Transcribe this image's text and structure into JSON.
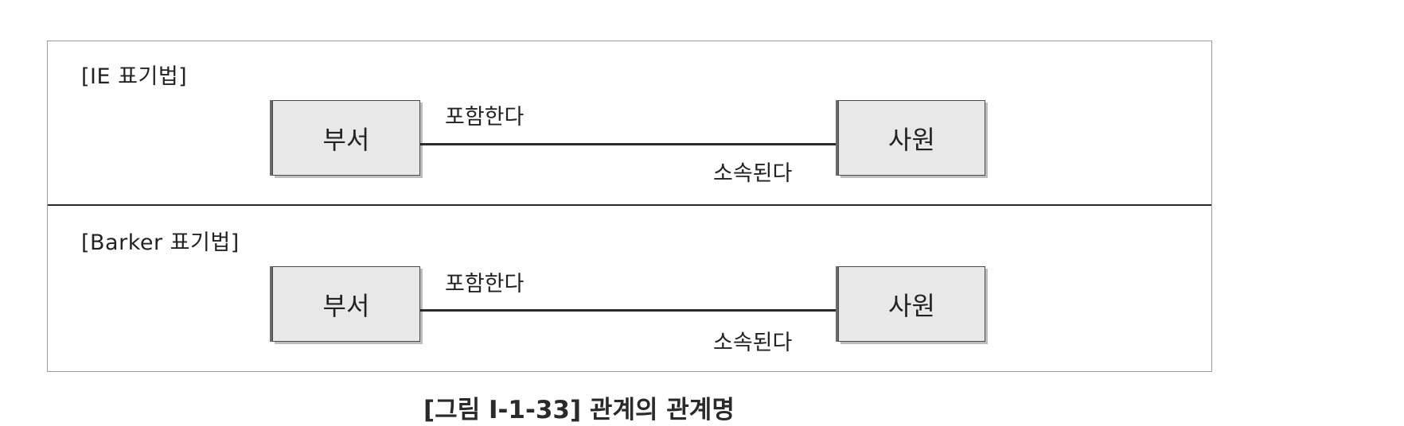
{
  "sections": [
    {
      "title": "[IE 표기법]",
      "left_entity": "부서",
      "right_entity": "사원",
      "relationship_forward": "포함한다",
      "relationship_reverse": "소속된다"
    },
    {
      "title": "[Barker 표기법]",
      "left_entity": "부서",
      "right_entity": "사원",
      "relationship_forward": "포함한다",
      "relationship_reverse": "소속된다"
    }
  ],
  "caption": "[그림 Ⅰ-1-33] 관계의 관계명",
  "colors": {
    "entity_fill": "#e8e8e8",
    "line": "#2a2a2a",
    "frame_border": "#9a9a9a"
  }
}
